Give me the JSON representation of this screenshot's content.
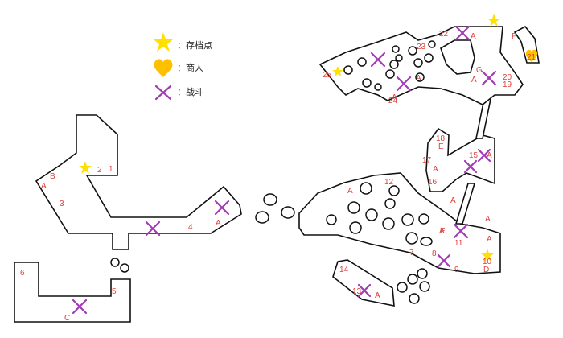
{
  "legend": {
    "items": [
      {
        "icon": "star-icon",
        "label": "：存档点",
        "color": "#ffd800"
      },
      {
        "icon": "heart-icon",
        "label": "：商人",
        "color": "#ffb800"
      },
      {
        "icon": "cross-icon",
        "label": "：战斗",
        "color": "#a23bb6"
      }
    ]
  },
  "map": {
    "labels": [
      "1",
      "2",
      "3",
      "4",
      "5",
      "6",
      "7",
      "8",
      "9",
      "10",
      "11",
      "12",
      "13",
      "14",
      "15",
      "16",
      "17",
      "18",
      "19",
      "20",
      "21",
      "22",
      "23",
      "24",
      "25",
      "A",
      "A",
      "A",
      "A",
      "A",
      "A",
      "A",
      "A",
      "A",
      "A",
      "A",
      "A",
      "A",
      "A",
      "B",
      "C",
      "D",
      "E",
      "E",
      "F",
      "G"
    ]
  }
}
